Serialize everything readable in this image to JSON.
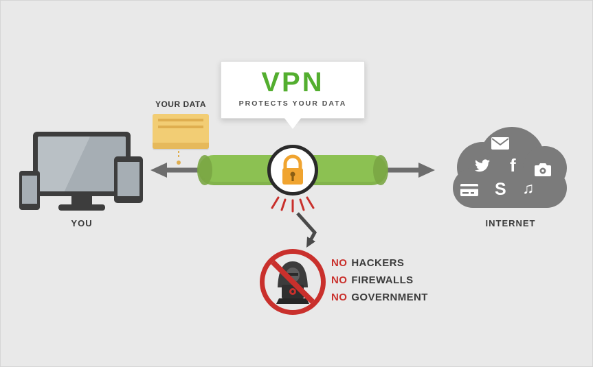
{
  "colors": {
    "bg": "#e9e9e9",
    "green": "#53ae2f",
    "tunnel": "#8cc152",
    "tunnel-dark2": "#7aa644",
    "dark": "#3d3d3d",
    "text": "#3b3b3b",
    "cloud": "#7b7b7b",
    "arrow": "#6d6d6d",
    "red": "#c9302c",
    "amber": "#f0a430",
    "folder": "#f2cd74",
    "folder-dark": "#dfae4f",
    "screen": "#a6aeb4",
    "screen-light": "#b9c0c5"
  },
  "callout": {
    "title": "VPN",
    "subtitle": "PROTECTS YOUR DATA"
  },
  "labels": {
    "your_data": "YOUR DATA",
    "you": "YOU",
    "internet": "INTERNET"
  },
  "no_list": [
    {
      "no": "NO",
      "label": "HACKERS"
    },
    {
      "no": "NO",
      "label": "FIREWALLS"
    },
    {
      "no": "NO",
      "label": "GOVERNMENT"
    }
  ],
  "cloud_icons": [
    {
      "name": "email-icon"
    },
    {
      "name": "twitter-icon"
    },
    {
      "name": "facebook-icon",
      "glyph": "f"
    },
    {
      "name": "camera-icon"
    },
    {
      "name": "credit-card-icon"
    },
    {
      "name": "skype-icon",
      "glyph": "S"
    },
    {
      "name": "music-icon",
      "glyph": "♫"
    }
  ]
}
